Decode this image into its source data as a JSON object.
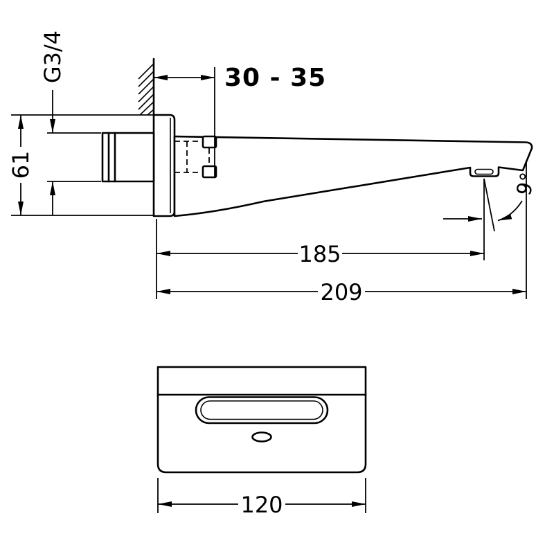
{
  "page": {
    "background": "#ffffff",
    "line_color": "#000000"
  },
  "side_view": {
    "thread_size": "G3/4",
    "wall_depth_range": "30 - 35",
    "height": "61",
    "spout_length": "185",
    "total_length": "209",
    "stream_angle": "9°"
  },
  "front_view": {
    "width": "120"
  }
}
